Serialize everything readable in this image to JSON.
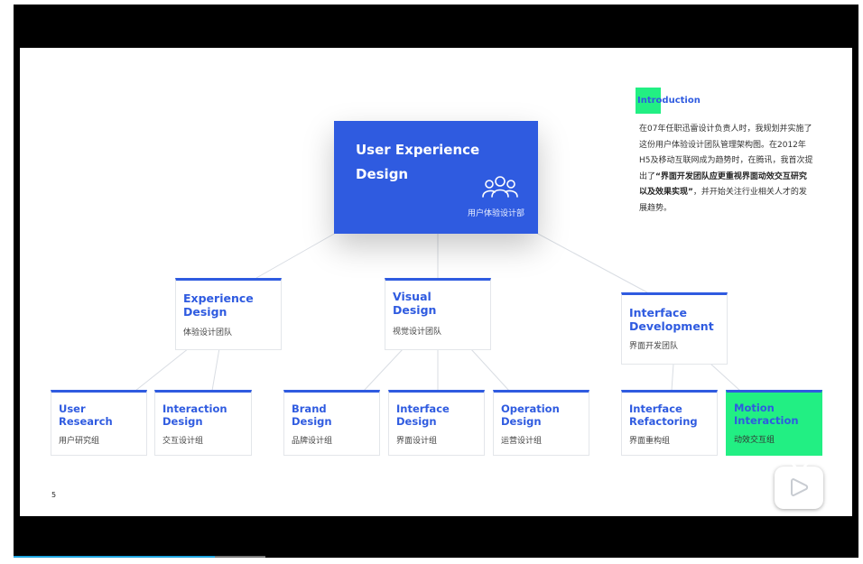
{
  "slide": {
    "page_number": "5",
    "root": {
      "title": "User Experience Design",
      "subtitle": "用户体验设计部",
      "icon": "people-group-icon",
      "color": "#2f5be0"
    },
    "teams": [
      {
        "title": "Experience Design",
        "subtitle": "体验设计团队"
      },
      {
        "title": "Visual Design",
        "subtitle": "视觉设计团队"
      },
      {
        "title": "Interface Development",
        "subtitle": "界面开发团队"
      }
    ],
    "groups": [
      {
        "title": "User Research",
        "subtitle": "用户研究组"
      },
      {
        "title": "Interaction Design",
        "subtitle": "交互设计组"
      },
      {
        "title": "Brand Design",
        "subtitle": "品牌设计组"
      },
      {
        "title": "Interface Design",
        "subtitle": "界面设计组"
      },
      {
        "title": "Operation Design",
        "subtitle": "运营设计组"
      },
      {
        "title": "Interface Refactoring",
        "subtitle": "界面重构组"
      },
      {
        "title": "Motion Interaction",
        "subtitle": "动效交互组"
      }
    ],
    "highlight_color": "#22ef83",
    "introduction": {
      "title": "Introduction",
      "text_before": "在07年任职迅雷设计负责人时，我规划并实施了这份用户体验设计团队管理架构图。在2012年H5及移动互联网成为趋势时，在腾讯，我首次提出了",
      "text_bold": "“界面开发团队应更重视界面动效交互研究以及效果实现”",
      "text_after": "，并开始关注行业相关人才的发展趋势。"
    }
  },
  "player": {
    "play_icon": "play-icon"
  }
}
